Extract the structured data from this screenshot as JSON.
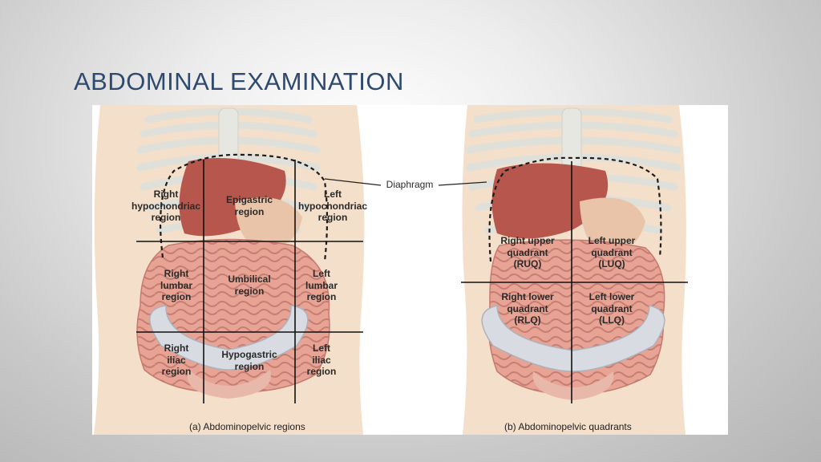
{
  "slide": {
    "title": "ABDOMINAL EXAMINATION"
  },
  "regions_panel": {
    "caption": "(a) Abdominopelvic regions",
    "labels": {
      "right_hypochondriac": "Right\nhypochondriac\nregion",
      "epigastric": "Epigastric\nregion",
      "left_hypochondriac": "Left\nhypochondriac\nregion",
      "right_lumbar": "Right\nlumbar\nregion",
      "umbilical": "Umbilical\nregion",
      "left_lumbar": "Left\nlumbar\nregion",
      "right_iliac": "Right\niliac\nregion",
      "hypogastric": "Hypogastric\nregion",
      "left_iliac": "Left\niliac\nregion"
    }
  },
  "diaphragm_label": "Diaphragm",
  "quadrants_panel": {
    "caption": "(b) Abdominopelvic quadrants",
    "labels": {
      "ruq": "Right upper\nquadrant\n(RUQ)",
      "luq": "Left upper\nquadrant\n(LUQ)",
      "rlq": "Right lower\nquadrant\n(RLQ)",
      "llq": "Left lower\nquadrant\n(LLQ)"
    }
  },
  "colors": {
    "title": "#2e4a6e",
    "skin": "#f3dcc6",
    "bone": "#ebece6",
    "liver": "#b8524a",
    "intestine": "#e39a8c"
  }
}
